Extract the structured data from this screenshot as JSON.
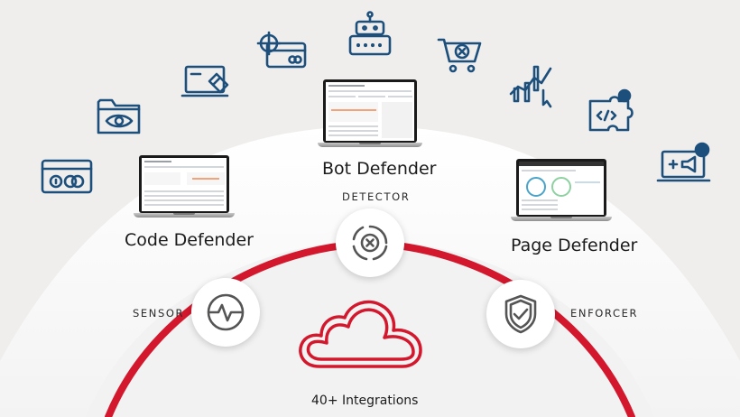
{
  "products": {
    "bot": "Bot Defender",
    "code": "Code Defender",
    "page": "Page Defender"
  },
  "roles": {
    "detector": "DETECTOR",
    "sensor": "SENSOR",
    "enforcer": "ENFORCER"
  },
  "integrations": "40+ Integrations",
  "colors": {
    "background": "#efeeec",
    "arch": "#ffffff",
    "accent_red": "#d3172d",
    "icon_blue": "#1c4f7c"
  },
  "icons": [
    "padlock-card-icon",
    "eye-folder-icon",
    "laptop-eraser-icon",
    "target-card-icon",
    "robot-password-icon",
    "blocked-cart-icon",
    "chart-click-icon",
    "code-puzzle-icon",
    "laptop-megaphone-icon",
    "detector-icon",
    "sensor-pulse-icon",
    "shield-check-icon",
    "cloud-icon"
  ]
}
